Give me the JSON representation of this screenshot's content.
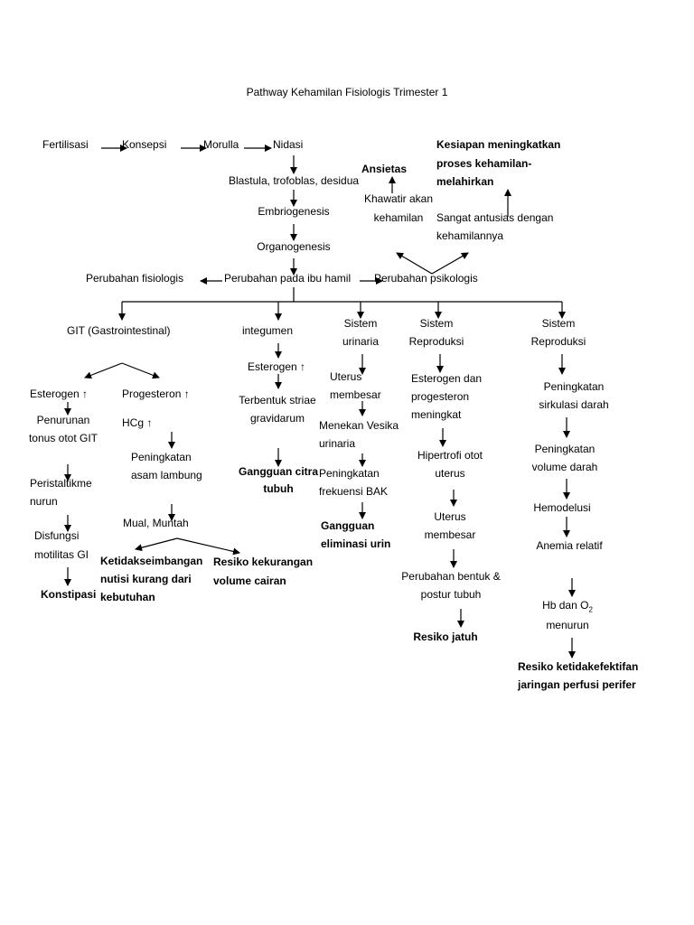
{
  "title": "Pathway Kehamilan Fisiologis Trimester 1",
  "nodes": {
    "fertilisasi": "Fertilisasi",
    "konsepsi": "Konsepsi",
    "morulla": "Morulla",
    "nidasi": "Nidasi",
    "blastula": "Blastula, trofoblas, desidua",
    "embriogenesis": "Embriogenesis",
    "organogenesis": "Organogenesis",
    "perubahan_ibu": "Perubahan pada ibu hamil",
    "perubahan_fisiologis": "Perubahan fisiologis",
    "perubahan_psikologis": "Perubahan psikologis",
    "ansietas": "Ansietas",
    "khawatir_1": "Khawatir akan",
    "khawatir_2": "kehamilan",
    "kesiapan_1": "Kesiapan meningkatkan",
    "kesiapan_2": "proses kehamilan-",
    "kesiapan_3": "melahirkan",
    "antusias_1": "Sangat antusias dengan",
    "antusias_2": "kehamilannya",
    "git": "GIT (Gastrointestinal)",
    "esterogen_git": "Esterogen ↑",
    "progesteron": "Progesteron ↑",
    "penurunan_1": "Penurunan",
    "penurunan_2": "tonus otot GIT",
    "hcg": "HCg ↑",
    "peningkatan_asam_1": "Peningkatan",
    "peningkatan_asam_2": "asam lambung",
    "peristaltik_1": "Peristaltikme",
    "peristaltik_2": "nurun",
    "disfungsi_1": "Disfungsi",
    "disfungsi_2": "motilitas GI",
    "konstipasi": "Konstipasi",
    "mual": "Mual, Muntah",
    "ketidak_1": "Ketidakseimbangan",
    "ketidak_2": "nutisi kurang dari",
    "ketidak_3": "kebutuhan",
    "resiko_cairan_1": "Resiko kekurangan",
    "resiko_cairan_2": "volume cairan",
    "integumen": "integumen",
    "esterogen_int": "Esterogen ↑",
    "striae_1": "Terbentuk striae",
    "striae_2": "gravidarum",
    "citra_1": "Gangguan citra",
    "citra_2": "tubuh",
    "urinaria_1": "Sistem",
    "urinaria_2": "urinaria",
    "uterus_u_1": "Uterus",
    "uterus_u_2": "membesar",
    "vesika_1": "Menekan Vesika",
    "vesika_2": "urinaria",
    "bak_1": "Peningkatan",
    "bak_2": "frekuensi BAK",
    "eliminasi_1": "Gangguan",
    "eliminasi_2": "eliminasi urin",
    "repro1_1": "Sistem",
    "repro1_2": "Reproduksi",
    "estprog_1": "Esterogen dan",
    "estprog_2": "progesteron",
    "estprog_3": "meningkat",
    "hipertrofi_1": "Hipertrofi otot",
    "hipertrofi_2": "uterus",
    "uterus_r_1": "Uterus",
    "uterus_r_2": "membesar",
    "postur_1": "Perubahan bentuk &",
    "postur_2": "postur tubuh",
    "jatuh": "Resiko jatuh",
    "repro2_1": "Sistem",
    "repro2_2": "Reproduksi",
    "sirkulasi_1": "Peningkatan",
    "sirkulasi_2": "sirkulasi darah",
    "volume_1": "Peningkatan",
    "volume_2": "volume darah",
    "hemodelusi": "Hemodelusi",
    "anemia": "Anemia relatif",
    "hb_1": "Hb dan O",
    "hb_sub": "2",
    "hb_2": "menurun",
    "perfusi_1": "Resiko ketidakefektifan",
    "perfusi_2": "jaringan perfusi perifer"
  }
}
